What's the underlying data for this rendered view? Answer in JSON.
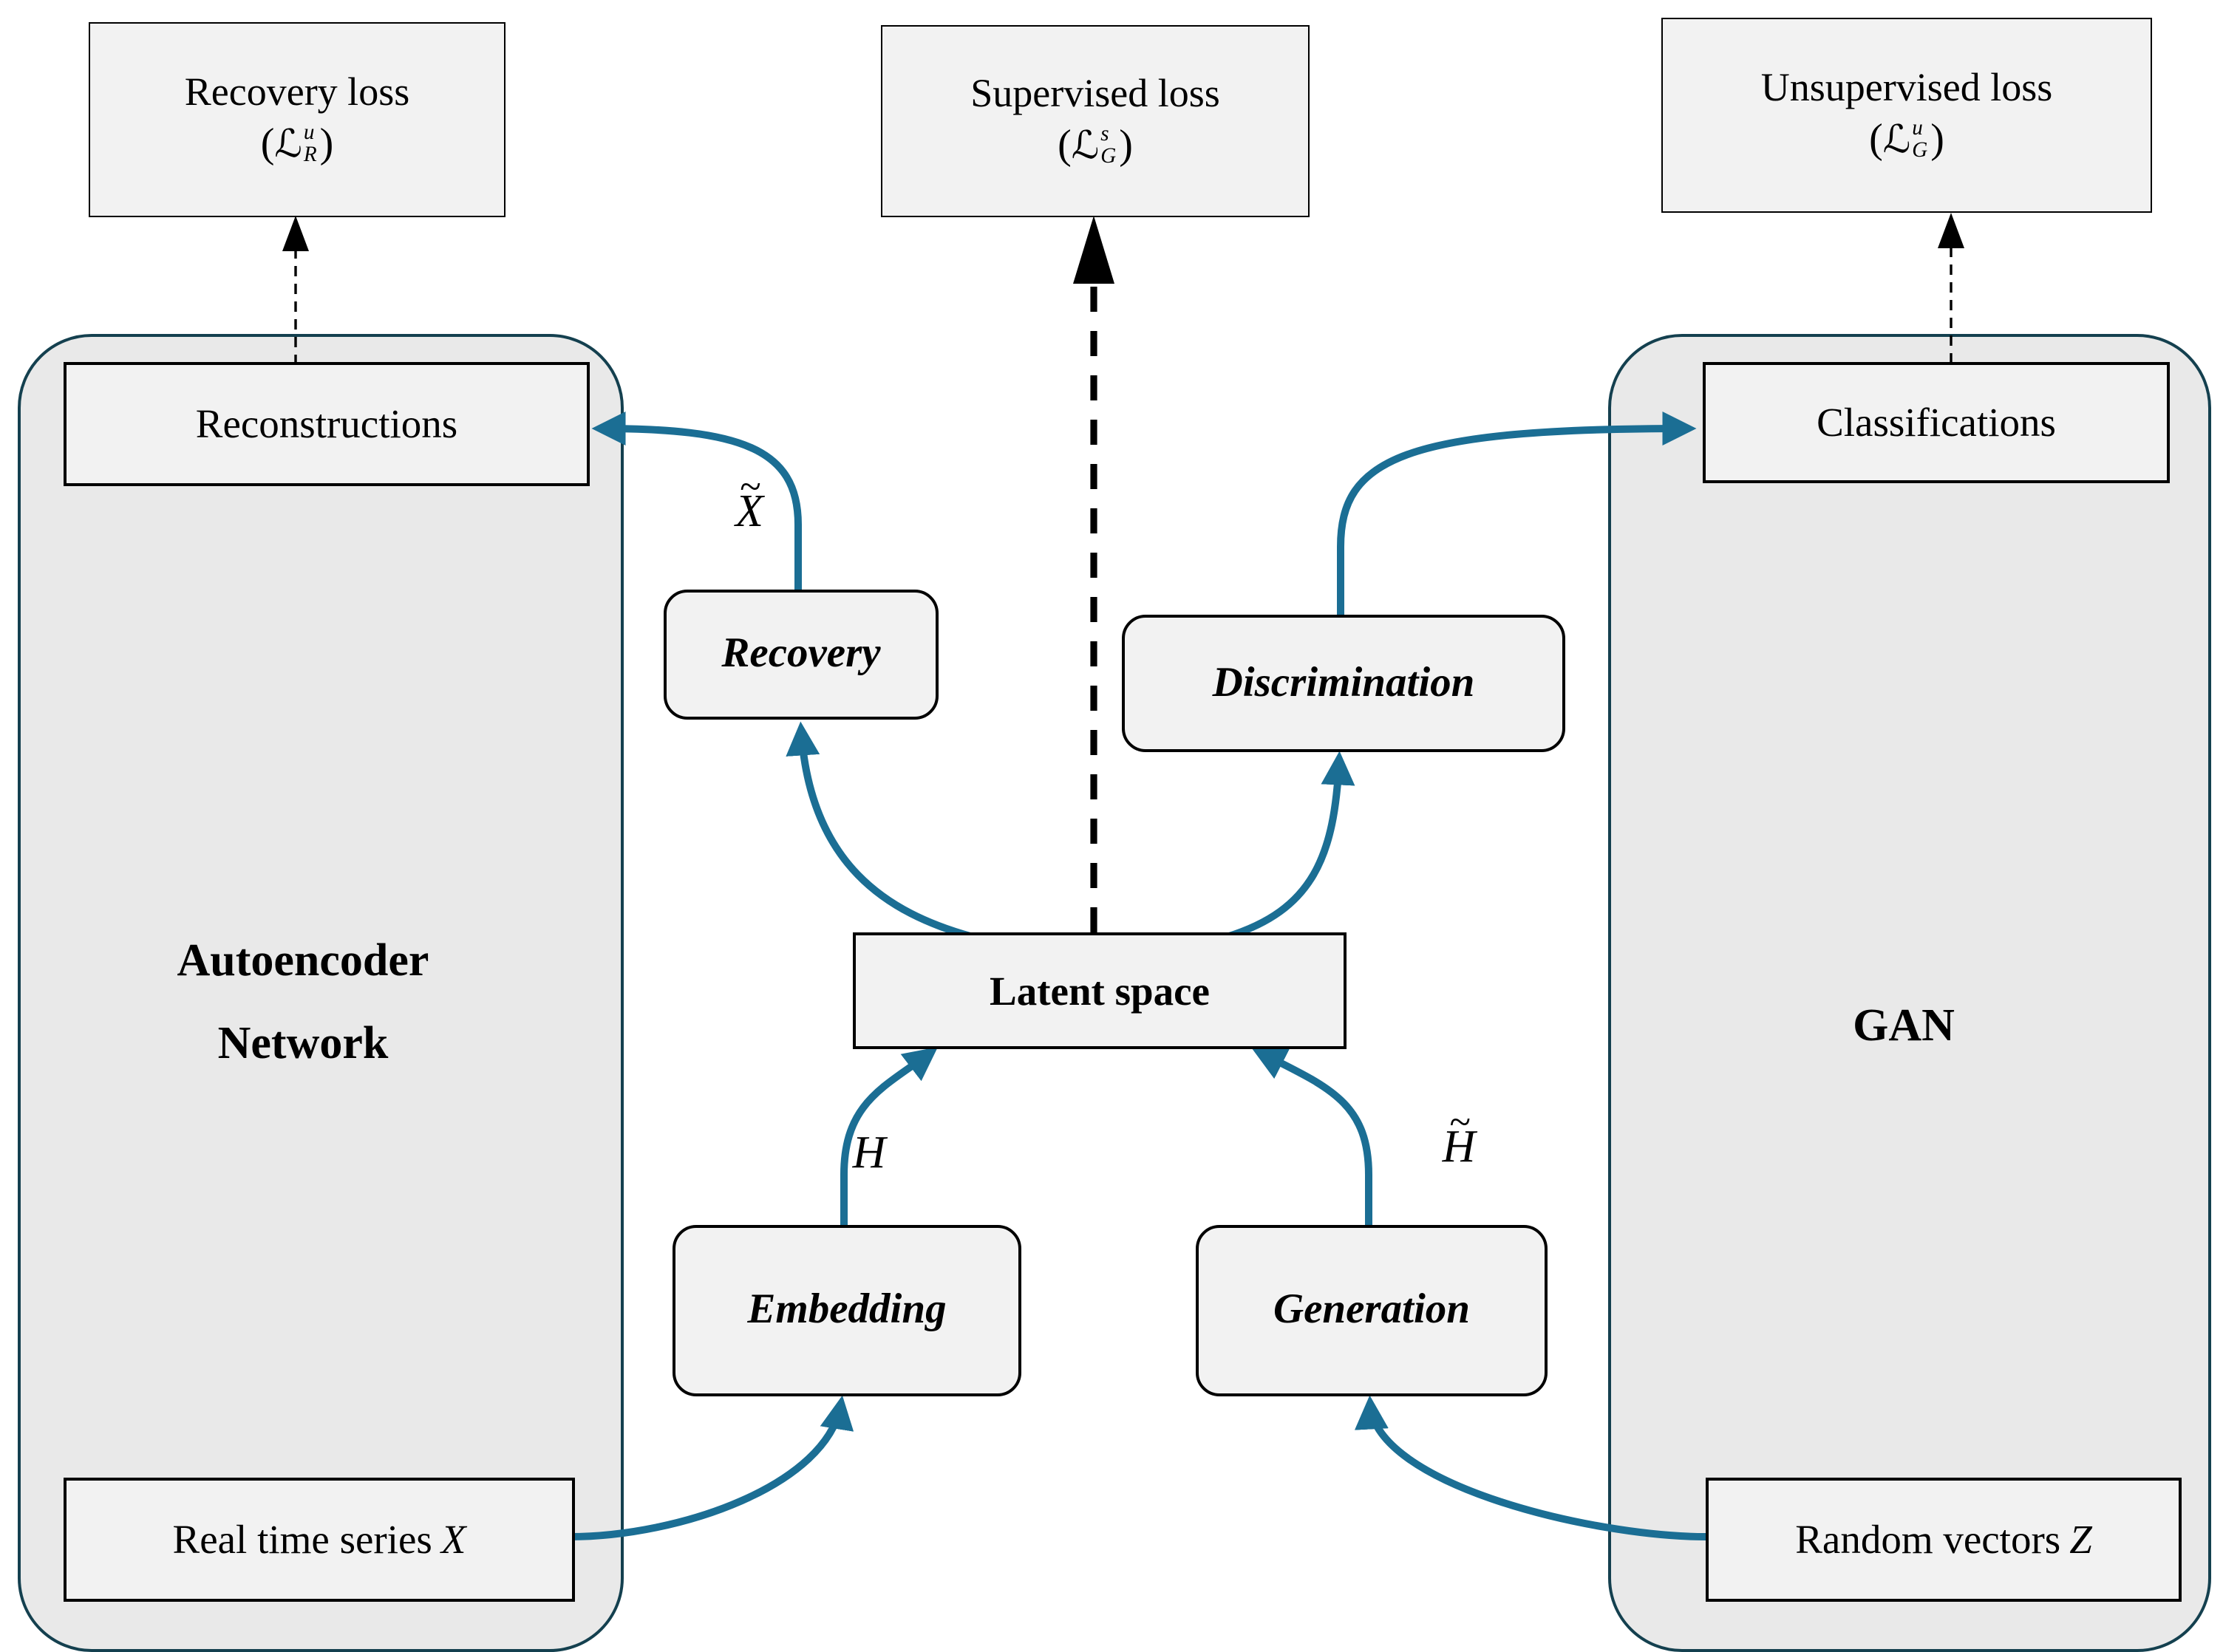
{
  "losses": {
    "recovery": {
      "label": "Recovery loss",
      "open": "(",
      "l": "ℒ",
      "sup": "u",
      "sub": "R",
      "close": ")"
    },
    "supervised": {
      "label": "Supervised loss",
      "open": "(",
      "l": "ℒ",
      "sup": "s",
      "sub": "G",
      "close": ")"
    },
    "unsupervised": {
      "label": "Unsupervised loss",
      "open": "(",
      "l": "ℒ",
      "sup": "u",
      "sub": "G",
      "close": ")"
    }
  },
  "containers": {
    "autoencoder": {
      "label_line1": "Autoencoder",
      "label_line2": "Network"
    },
    "gan": {
      "label": "GAN"
    }
  },
  "nodes": {
    "reconstructions": {
      "label": "Reconstructions"
    },
    "classifications": {
      "label": "Classifications"
    },
    "real_time_series": {
      "label": "Real time series",
      "var": "X"
    },
    "random_vectors": {
      "label": "Random vectors",
      "var": "Z"
    },
    "latent_space": {
      "label": "Latent space"
    },
    "recovery": {
      "label": "Recovery"
    },
    "discrimination": {
      "label": "Discrimination"
    },
    "embedding": {
      "label": "Embedding"
    },
    "generation": {
      "label": "Generation"
    }
  },
  "edge_labels": {
    "x_tilde": {
      "base": "X",
      "accent": "~"
    },
    "h": {
      "base": "H",
      "accent": ""
    },
    "h_tilde": {
      "base": "H",
      "accent": "~"
    }
  },
  "colors": {
    "arrow_teal": "#1b6e94",
    "container_border": "#14404f",
    "container_fill": "#e9e9e9",
    "node_fill": "#f2f2f2",
    "node_border": "#000000",
    "dashed_black": "#000000",
    "background": "#ffffff"
  }
}
